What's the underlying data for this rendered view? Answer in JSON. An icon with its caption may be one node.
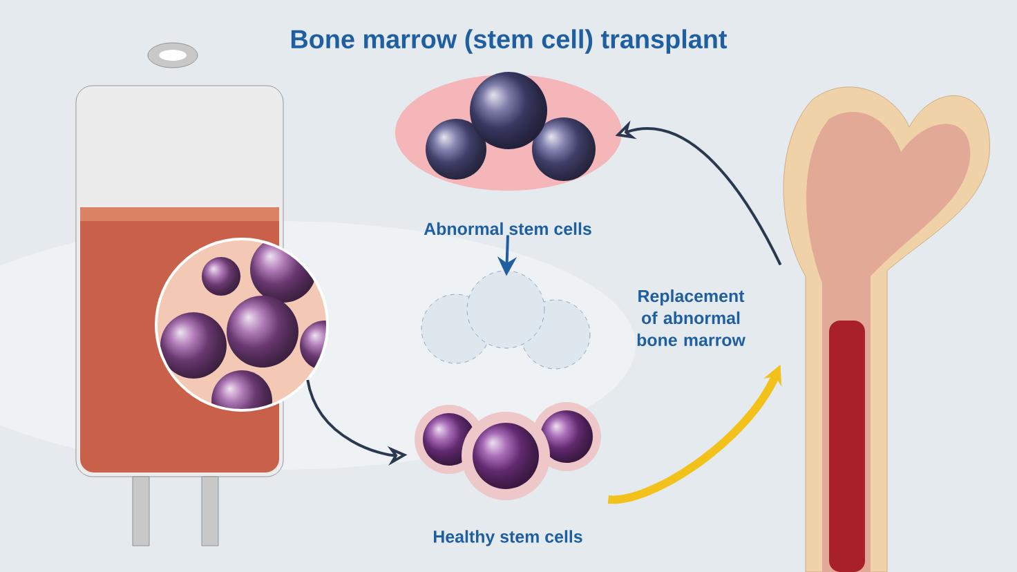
{
  "diagram": {
    "title": "Bone marrow (stem cell) transplant",
    "nodes": [
      {
        "text": [],
        "shape": "picture"
      },
      {
        "text": [],
        "shape": "picture"
      },
      {
        "text": [
          "Abnormal stem cells"
        ]
      },
      {
        "text": [],
        "shape": "circle",
        "beside": [
          "Replacement of abnormal bone marrow"
        ]
      },
      {
        "text": [
          "Healthy stem cells"
        ]
      },
      {
        "text": [],
        "shape": "picture"
      }
    ],
    "edges": [
      {
        "from": 1,
        "to": 4,
        "arrow": "to"
      },
      {
        "from": 4,
        "to": 5,
        "arrow": "to",
        "style": "thick",
        "color": "#f2c21b"
      },
      {
        "from": 5,
        "to": 2,
        "arrow": "to"
      },
      {
        "from": 2,
        "to": 3,
        "arrow": "to",
        "color": "#1f5fa0"
      }
    ]
  }
}
